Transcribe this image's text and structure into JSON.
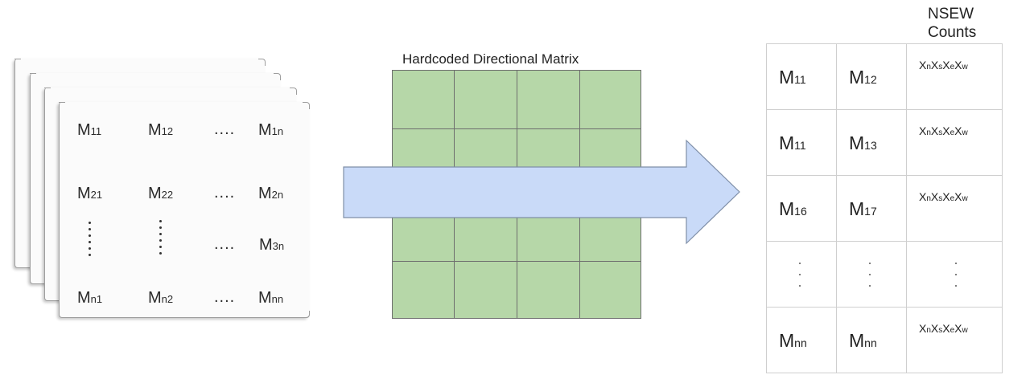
{
  "input_stack": {
    "rows": [
      [
        {
          "base": "M",
          "sub": "11"
        },
        {
          "base": "M",
          "sub": "12"
        },
        {
          "dots": "...."
        },
        {
          "base": "M",
          "sub": "1n"
        }
      ],
      [
        {
          "base": "M",
          "sub": "21"
        },
        {
          "base": "M",
          "sub": "22"
        },
        {
          "dots": "...."
        },
        {
          "base": "M",
          "sub": "2n"
        }
      ],
      [
        {
          "vdots": true
        },
        {
          "vdots": true
        },
        {
          "dots": "...."
        },
        {
          "base": "M",
          "sub": "3n"
        }
      ],
      [
        {
          "base": "M",
          "sub": "n1"
        },
        {
          "base": "M",
          "sub": "n2"
        },
        {
          "dots": "...."
        },
        {
          "base": "M",
          "sub": "nn"
        }
      ]
    ]
  },
  "directional_matrix": {
    "title": "Hardcoded Directional Matrix",
    "cols": 4,
    "rows": 4,
    "fill_color": "#b6d7a8"
  },
  "arrow": {
    "fill_color": "#c9daf8",
    "stroke_color": "#7f8fa8"
  },
  "output_table": {
    "header": [
      "NSEW",
      "Counts"
    ],
    "rows": [
      [
        {
          "base": "M",
          "sub": "11"
        },
        {
          "base": "M",
          "sub": "12"
        },
        {
          "nsew": "XnXsXeXw"
        }
      ],
      [
        {
          "base": "M",
          "sub": "11"
        },
        {
          "base": "M",
          "sub": "13"
        },
        {
          "nsew": "XnXsXeXw"
        }
      ],
      [
        {
          "base": "M",
          "sub": "16"
        },
        {
          "base": "M",
          "sub": "17"
        },
        {
          "nsew": "XnXsXeXw"
        }
      ],
      [
        {
          "vdots": true
        },
        {
          "vdots": true
        },
        {
          "vdots": true
        }
      ],
      [
        {
          "base": "M",
          "sub": "nn"
        },
        {
          "base": "M",
          "sub": "nn"
        },
        {
          "nsew": "XnXsXeXw"
        }
      ]
    ]
  }
}
